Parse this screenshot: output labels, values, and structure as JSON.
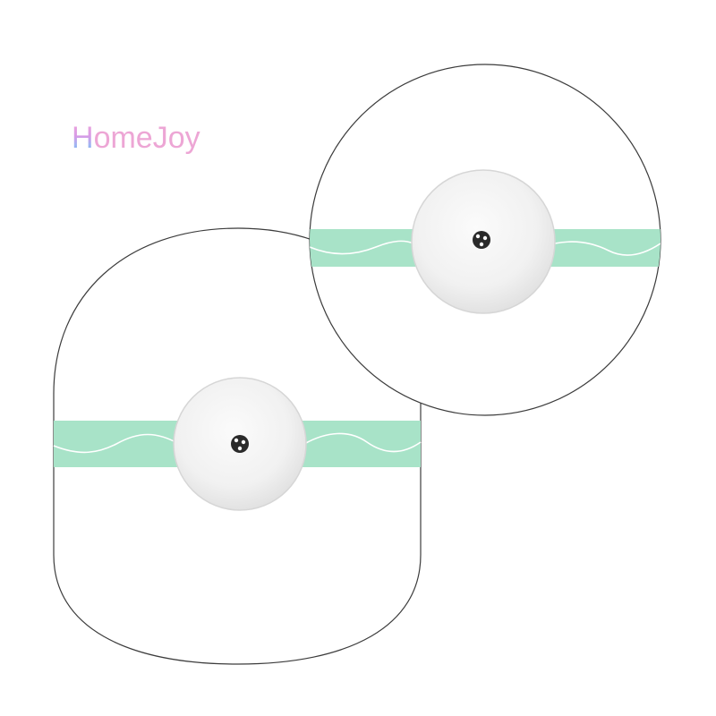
{
  "brand": {
    "first_letter": "H",
    "rest": "omeJoy",
    "text_color": "#eda6d5",
    "first_letter_gradient": [
      "#f2a7d9",
      "#d89be6",
      "#9fb5f2",
      "#69a6ee"
    ]
  },
  "colors": {
    "background": "#ffffff",
    "outline": "#3c3c3c",
    "band": "#a8e3c8",
    "wave": "#ffffff",
    "sensor_face": "#f4f4f4",
    "sensor_rim": "#dcdcdc",
    "sensor_hole": "#2a2a2a"
  },
  "patches": [
    {
      "shape": "oval-patch",
      "has_band": true,
      "has_sensor": true
    },
    {
      "shape": "round-patch",
      "has_band": true,
      "has_sensor": true
    }
  ]
}
